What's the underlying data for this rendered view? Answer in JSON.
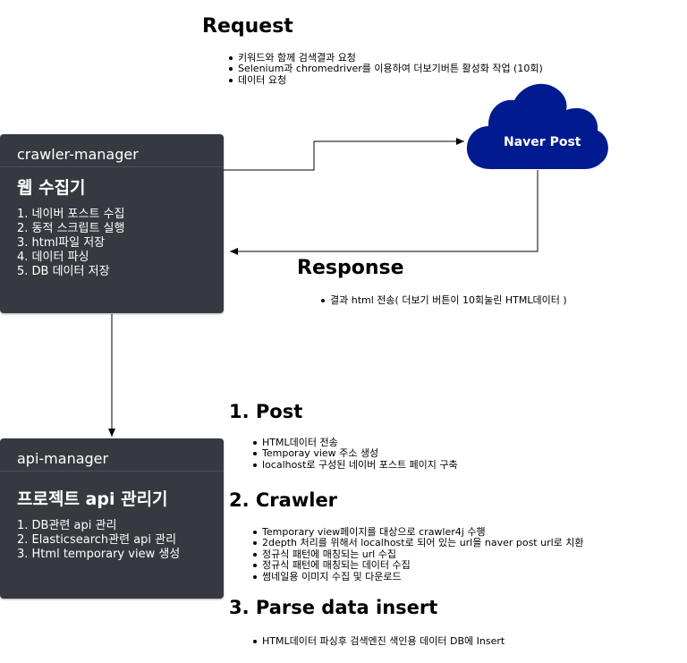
{
  "request": {
    "heading": "Request",
    "items": [
      "키워드와 함께 검색결과 요청",
      "Selenium과 chromedriver를 이용하여 더보기버튼 활성화 작업 (10회)",
      "데이터 요청"
    ]
  },
  "response": {
    "heading": "Response",
    "items": [
      "결과 html 전송( 더보기 버튼이 10회눌린 HTML데이터 )"
    ]
  },
  "cloud": {
    "label": "Naver Post",
    "color": "#001a8f"
  },
  "crawler_manager": {
    "title": "crawler-manager",
    "subtitle": "웹 수집기",
    "items": [
      "1. 네이버 포스트 수집",
      "2. 동적 스크립트 실행",
      "3. html파일 저장",
      "4. 데이터 파싱",
      "5. DB 데이터 저장"
    ]
  },
  "api_manager": {
    "title": "api-manager",
    "subtitle": "프로젝트 api 관리기",
    "items": [
      "1. DB관련 api 관리",
      "2. Elasticsearch관련 api 관리",
      "3. Html temporary view 생성"
    ]
  },
  "sections": [
    {
      "heading": "1. Post",
      "items": [
        "HTML데이터 전송",
        "Temporay view 주소 생성",
        "localhost로 구성된 네이버 포스트 페이지 구축"
      ]
    },
    {
      "heading": "2. Crawler",
      "items": [
        "Temporary view페이지를 대상으로 crawler4j 수행",
        "2depth 처리를 위해서 localhost로 되어 있는 url을 naver post url로 치환",
        "정규식 패턴에 매칭되는 url 수집",
        "정규식 패턴에 매칭되는 데이터 수집",
        "썸네일용 이미지 수집 및 다운로드"
      ]
    },
    {
      "heading": "3. Parse data insert",
      "items": [
        "HTML데이터 파싱후 검색엔진 색인용 데이터 DB에 Insert"
      ]
    }
  ],
  "colors": {
    "panel_bg": "#363a40",
    "panel_text": "#ffffff",
    "cloud_fill": "#001a8f"
  }
}
